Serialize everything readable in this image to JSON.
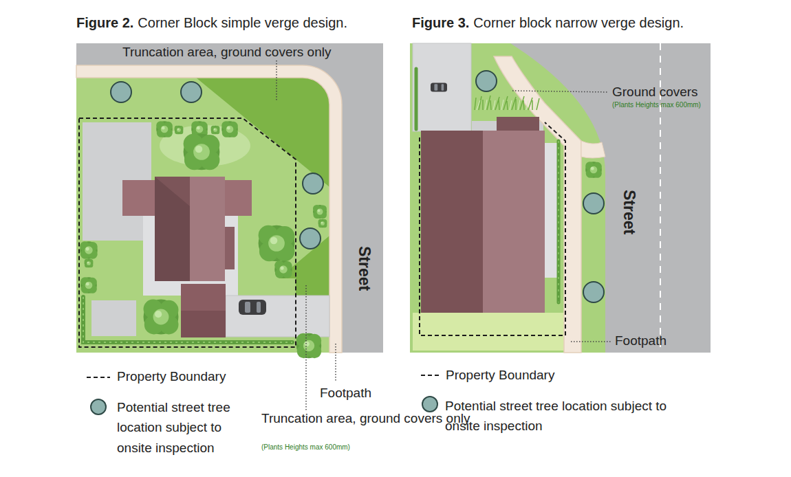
{
  "diagram": {
    "labels": [
      "Figure 2.",
      "Corner Block simple verge design.",
      "Truncation area, ground covers only",
      "Street",
      "Footpath",
      "Truncation area, ground covers only",
      "(Plants Heights max 600mm)",
      "Figure 3.",
      "Corner block narrow verge design.",
      "Ground covers",
      "(Plants Heights max 600mm)",
      "Street",
      "Footpath"
    ],
    "legend": [
      {
        "text": "Property Boundary"
      },
      {
        "text": "Potential street tree location subject to onsite inspection"
      },
      {
        "text": "Property Boundary"
      },
      {
        "text": "Potential street tree location subject to onsite inspection"
      }
    ]
  }
}
